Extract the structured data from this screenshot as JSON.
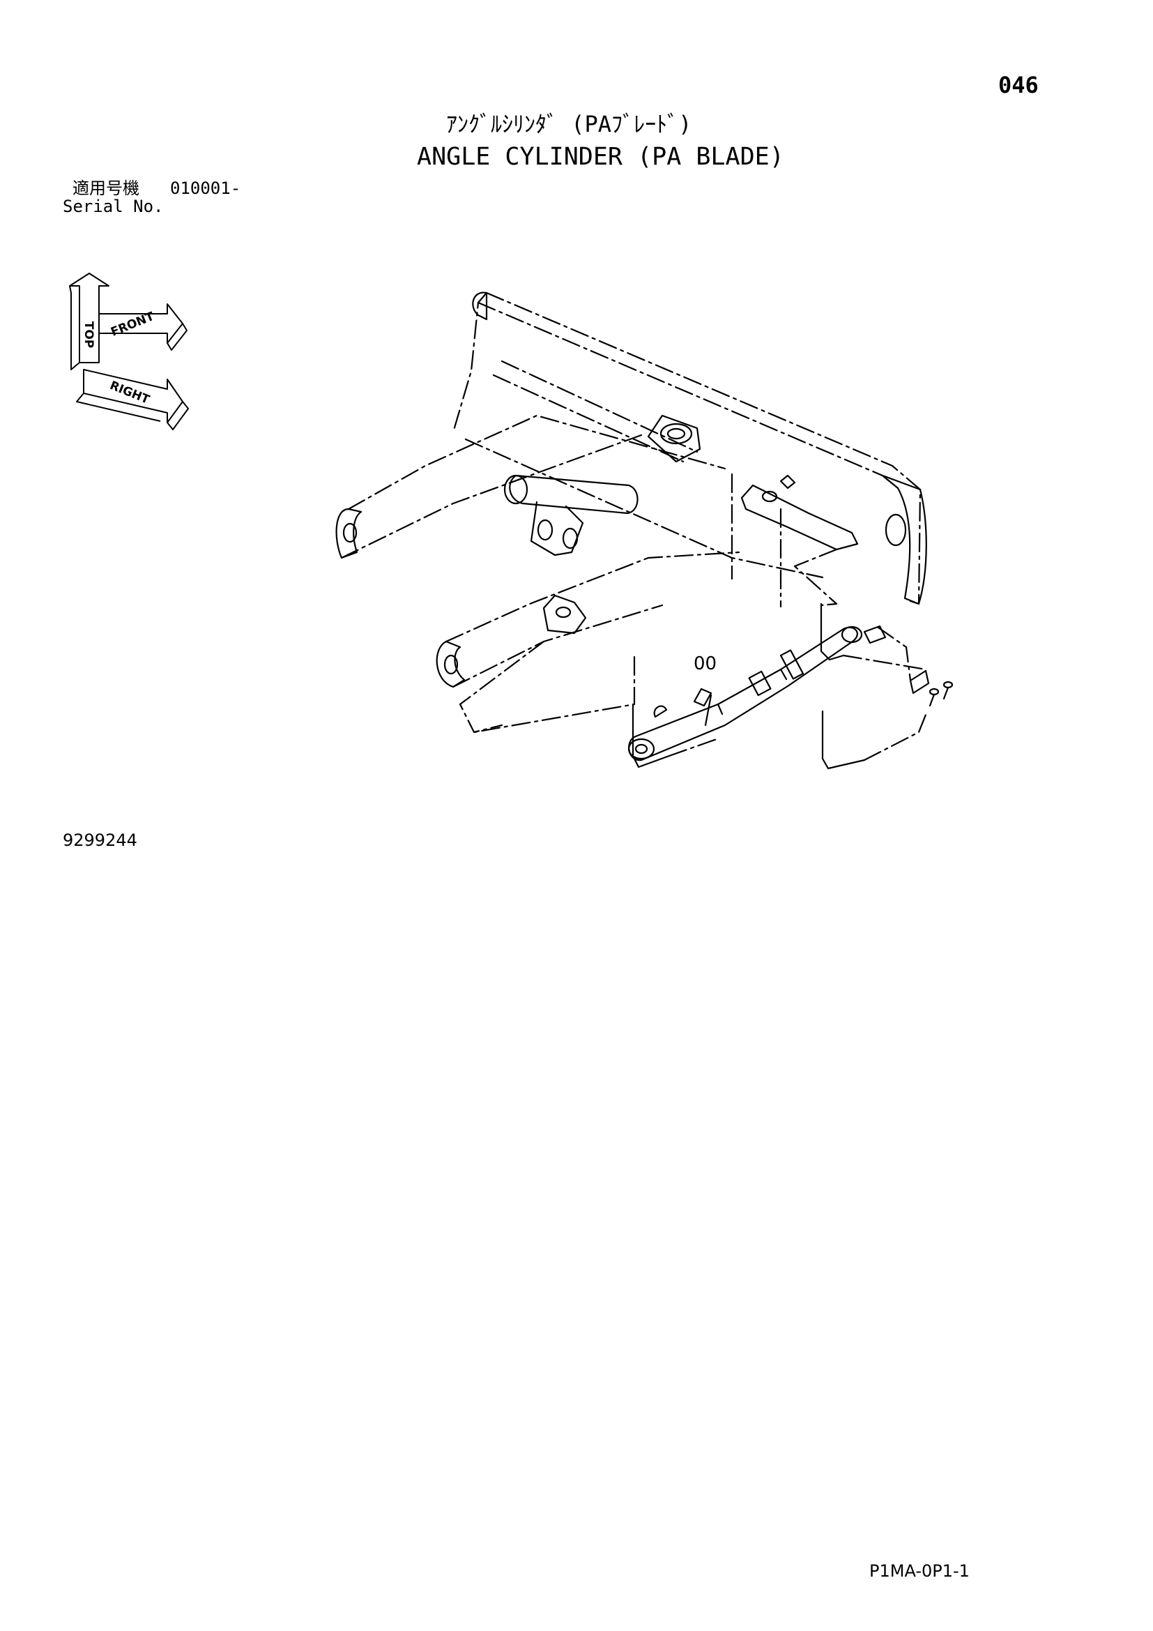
{
  "header": {
    "page_number": "046",
    "title_jp": "ｱﾝｸﾞﾙｼﾘﾝﾀﾞ (PAﾌﾞﾚｰﾄﾞ)",
    "title_en": "ANGLE CYLINDER (PA BLADE)"
  },
  "serial": {
    "label_jp": "適用号機",
    "code": "010001-",
    "label_en": "Serial No."
  },
  "orientation": {
    "top": "TOP",
    "front": "FRONT",
    "right": "RIGHT"
  },
  "callouts": {
    "part_00": "00"
  },
  "footer": {
    "drawing_number": "9299244",
    "page_code": "P1MA-0P1-1"
  }
}
